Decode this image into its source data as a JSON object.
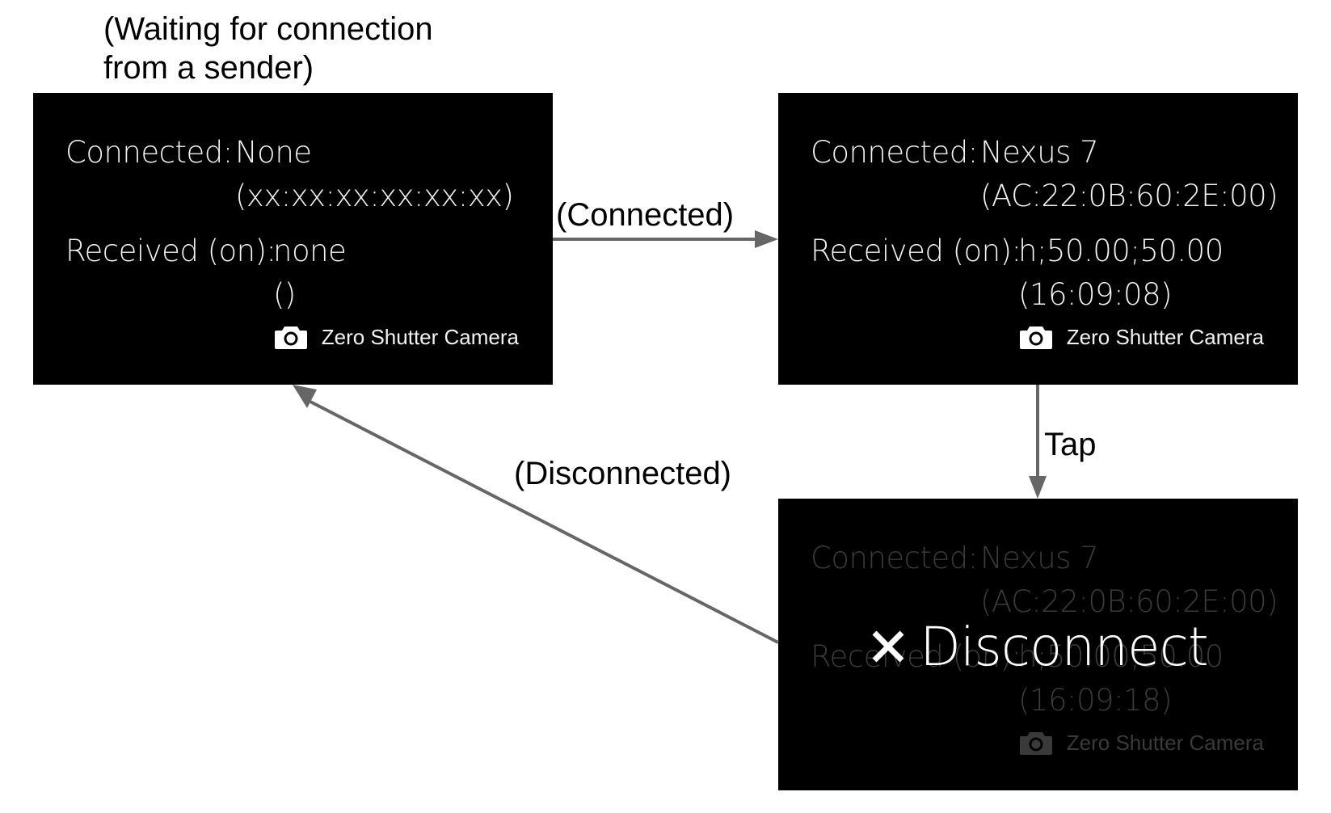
{
  "captions": {
    "waiting_line1": "(Waiting for connection",
    "waiting_line2": "from a sender)",
    "connected": "(Connected)",
    "tap": "Tap",
    "disconnected": "(Disconnected)"
  },
  "screen_idle": {
    "connected_label": "Connected:",
    "device_name": "None",
    "device_address": "(xx:xx:xx:xx:xx:xx)",
    "received_label": "Received (on):",
    "received_value": "none",
    "received_time": "()",
    "app_name": "Zero Shutter Camera"
  },
  "screen_connected": {
    "connected_label": "Connected:",
    "device_name": "Nexus 7",
    "device_address": "(AC:22:0B:60:2E:00)",
    "received_label": "Received (on):",
    "received_value": "h;50.00;50.00",
    "received_time": "(16:09:08)",
    "app_name": "Zero Shutter Camera"
  },
  "screen_disconnect": {
    "connected_label": "Connected:",
    "device_name": "Nexus 7",
    "device_address": "(AC:22:0B:60:2E:00)",
    "received_label": "Received (on):",
    "received_value": "h;50.00;50.00",
    "received_time": "(16:09:18)",
    "app_name": "Zero Shutter Camera",
    "overlay_text": "Disconnect"
  },
  "icons": {
    "app": "camera-icon",
    "overlay": "close-icon"
  },
  "colors": {
    "screen_bg": "#000000",
    "screen_text": "#f2f2f2",
    "faded_text": "#3a3a3a",
    "arrow": "#666666"
  }
}
